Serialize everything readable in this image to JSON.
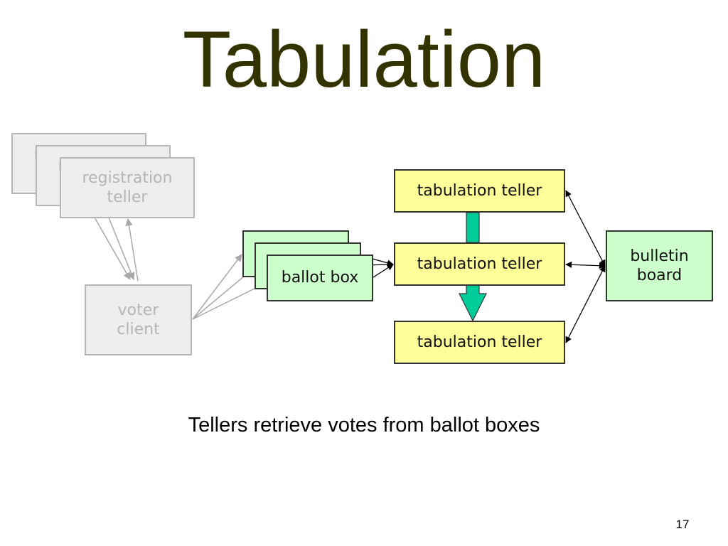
{
  "title": "Tabulation",
  "caption": "Tellers retrieve votes from ballot boxes",
  "page_number": "17",
  "registration_teller_label": "registration teller",
  "voter_client_label": "voter client",
  "ballot_box_label": "ballot box",
  "tabulation_teller_label": "tabulation teller",
  "bulletin_board_label": "bulletin board",
  "colors": {
    "title": "#333300",
    "inactive_fill": "#eeeeee",
    "inactive_text": "#b5b5b5",
    "ballot_box_fill": "#ccffcc",
    "teller_fill": "#ffff99",
    "bulletin_fill": "#ccffcc",
    "arrow_fill": "#00cc99"
  }
}
